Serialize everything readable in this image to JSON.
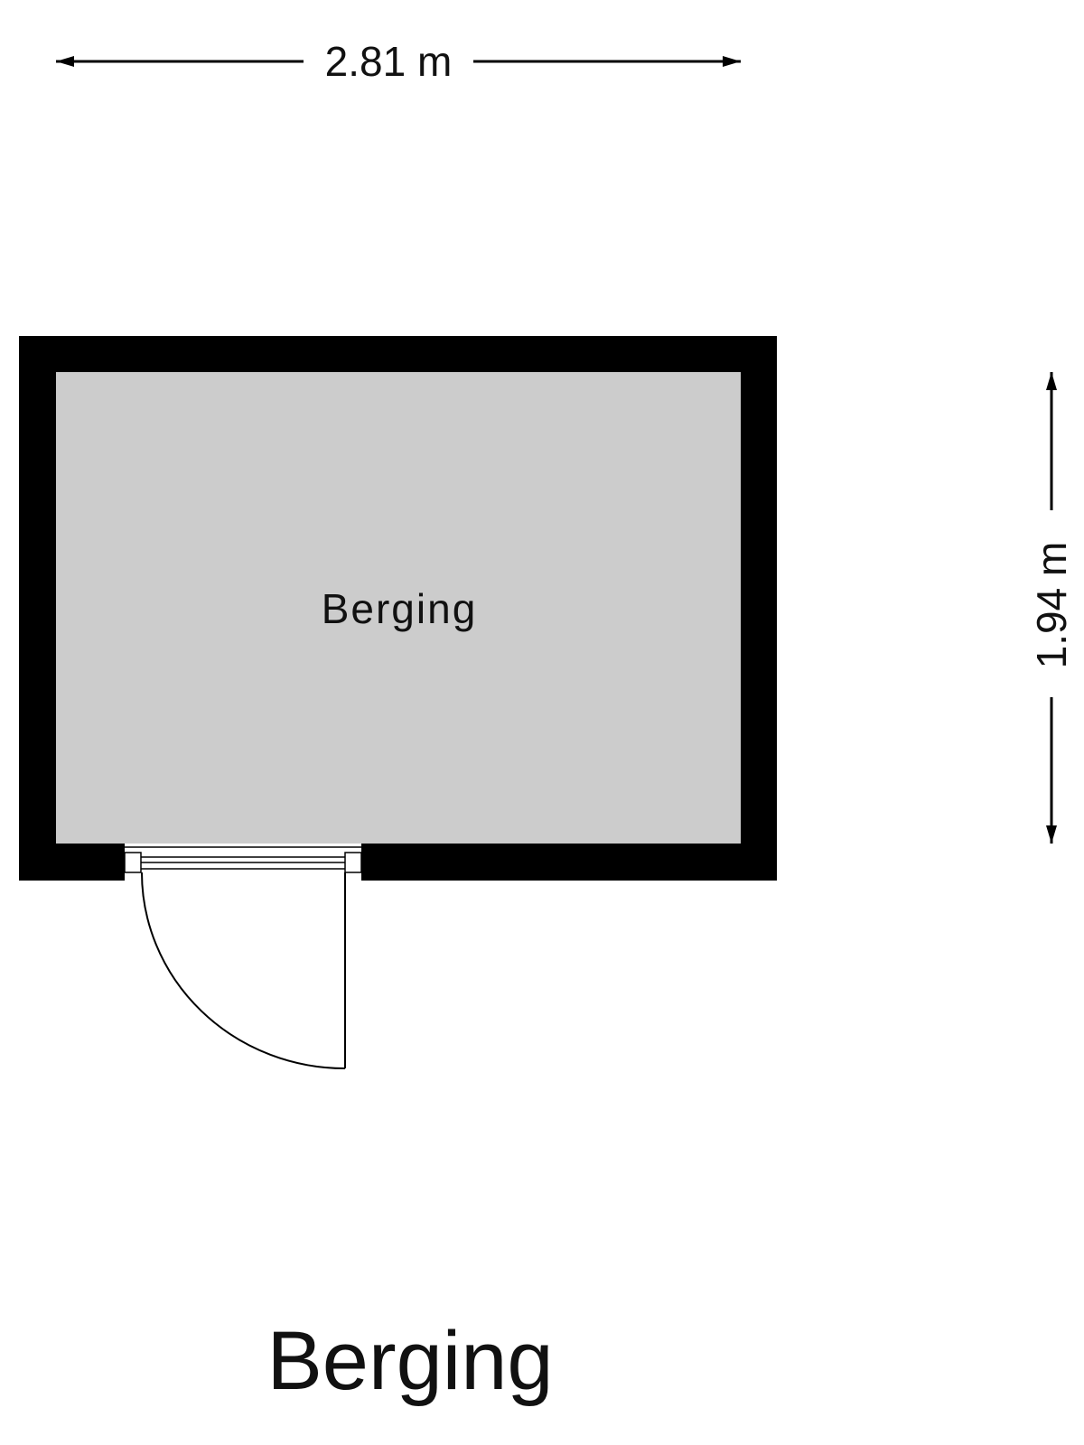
{
  "plan": {
    "width_dimension": "2.81 m",
    "height_dimension": "1.94 m",
    "room_label": "Berging",
    "title": "Berging"
  },
  "colors": {
    "wall": "#000000",
    "floor": "#cccccc",
    "line": "#000000",
    "text": "#111111"
  }
}
